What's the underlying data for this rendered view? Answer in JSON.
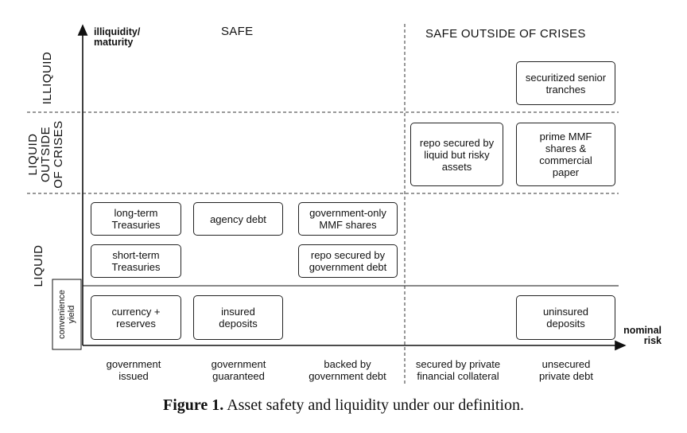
{
  "y_axis_label": "illiquidity/\nmaturity",
  "x_axis_label": "nominal\nrisk",
  "headers": {
    "safe": "SAFE",
    "safe_outside": "SAFE OUTSIDE OF CRISES"
  },
  "row_labels": {
    "illiquid": "ILLIQUID",
    "liquid_outside": "LIQUID\nOUTSIDE\nOF CRISES",
    "liquid": "LIQUID",
    "convenience_yield": "convenience\nyield"
  },
  "columns": [
    "government\nissued",
    "government\nguaranteed",
    "backed by\ngovernment debt",
    "secured by private\nfinancial collateral",
    "unsecured\nprivate debt"
  ],
  "boxes": {
    "securitized": "securitized senior\ntranches",
    "repo_risky": "repo secured by\nliquid but risky\nassets",
    "prime_mmf": "prime MMF\nshares &\ncommercial\npaper",
    "long_treasuries": "long-term\nTreasuries",
    "agency_debt": "agency debt",
    "gov_mmf": "government-only\nMMF shares",
    "short_treasuries": "short-term\nTreasuries",
    "repo_gov": "repo secured by\ngovernment debt",
    "currency": "currency +\nreserves",
    "insured": "insured\ndeposits",
    "uninsured": "uninsured\ndeposits"
  },
  "caption": {
    "label": "Figure 1.",
    "text": "Asset safety and liquidity under our definition."
  }
}
